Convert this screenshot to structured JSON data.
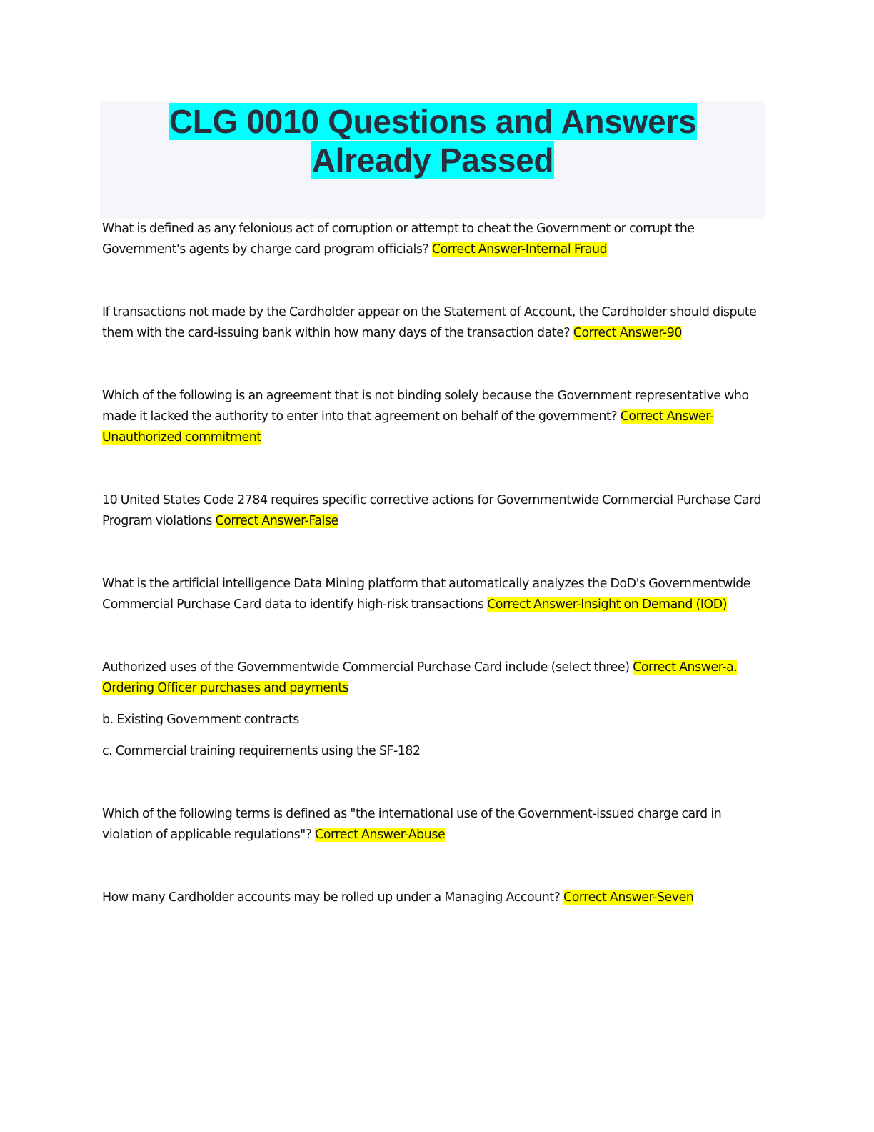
{
  "document": {
    "title_line1": "CLG 0010 Questions and Answers",
    "title_line2": "Already Passed",
    "colors": {
      "title_highlight": "#00ffff",
      "answer_highlight": "#ffff00",
      "title_text": "#2b2f3d",
      "title_box_bg": "#f5f6fa"
    },
    "items": [
      {
        "question": "What is defined as any felonious act of corruption or attempt to cheat the Government or corrupt the Government's agents by charge card program officials?",
        "answer": "Correct Answer-Internal Fraud"
      },
      {
        "question": "If transactions not made by the Cardholder appear on the Statement of Account, the Cardholder should dispute them with the card-issuing bank within how many days of the transaction date?",
        "answer": "Correct Answer-90"
      },
      {
        "question": "Which of the following is an agreement that is not binding solely because the Government representative who made it lacked the authority to enter into that agreement on behalf of the government?",
        "answer": "Correct Answer-Unauthorized commitment"
      },
      {
        "question": "10 United States Code 2784 requires specific corrective actions for Governmentwide Commercial Purchase Card Program violations",
        "answer": "Correct Answer-False"
      },
      {
        "question": "What is the artificial intelligence Data Mining platform that automatically analyzes the DoD's Governmentwide Commercial Purchase Card data to identify high-risk transactions",
        "answer": "Correct Answer-Insight on Demand (IOD)"
      },
      {
        "question": "Authorized uses of the Governmentwide Commercial Purchase Card include (select three)",
        "answer": "Correct Answer-a. Ordering Officer purchases and payments",
        "extra_lines": [
          "b. Existing Government contracts",
          "c. Commercial training requirements using the SF-182"
        ]
      },
      {
        "question": "Which of the following terms is defined as \"the international use of the Government-issued charge card in violation of applicable regulations\"?",
        "answer": "Correct Answer-Abuse"
      },
      {
        "question": "How many Cardholder accounts may be rolled up under a Managing Account?",
        "answer": "Correct Answer-Seven"
      }
    ]
  }
}
